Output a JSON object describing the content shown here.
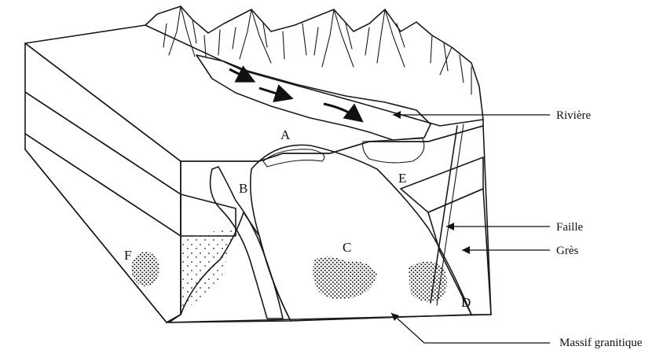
{
  "diagram": {
    "letters": {
      "a": "A",
      "b": "B",
      "c": "C",
      "d": "D",
      "e": "E",
      "f": "F"
    },
    "callouts": {
      "riviere": "Rivière",
      "faille": "Faille",
      "gres": "Grès",
      "massif": "Massif granitique"
    },
    "colors": {
      "gray_layer": "#c8c8c8",
      "light_layer": "#f6f6f6",
      "ink": "#1a1a1a"
    }
  }
}
